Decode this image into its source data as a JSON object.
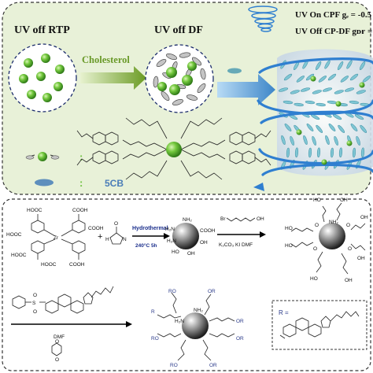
{
  "top_panel": {
    "stage1_label": "UV off  RTP",
    "arrow_label": "Cholesterol",
    "stage2_label": "UV off  DF",
    "uv_on_label": "UV On CPF  gₑ = -0.5",
    "uv_off_label": "UV Off CP-DF gᴅғ = -",
    "legend_sep_1": ":",
    "legend_sep_2": ":",
    "legend_5cb": "5CB"
  },
  "synthesis": {
    "group_cooh": "COOH",
    "group_hooc": "HOOC",
    "center_atom_1": "Zr",
    "center_atom_2": "O",
    "plus_sign": "+",
    "reagent_urea_h": "H",
    "reagent_urea_n": "N",
    "reagent_urea_o": "O",
    "condition_1_top": "Hydrothermal",
    "condition_1_bottom": "240°C   5h",
    "group_nh2": "NH₂",
    "group_h2n": "H₂N",
    "group_oh": "OH",
    "group_ho": "HO",
    "reagent_br": "Br",
    "reagent_oh": "OH",
    "condition_2_top": "",
    "condition_2_bottom": "K₂CO₃   KI    DMF",
    "tosyl_s": "S",
    "tosyl_o": "O",
    "condition_3": "DMF",
    "dioxane_o": "O",
    "r_group": "R",
    "ro_group": "RO",
    "or_group": "OR",
    "r_def": "R  =",
    "dots": ". . ."
  },
  "colors": {
    "top_bg": "#e7f0d6",
    "sphere_green": "#6cc23a",
    "arrow_blue": "#4f95d2",
    "helix_blue": "#2f7fd0",
    "legend_blue": "#4a7db8",
    "condition_blue": "#1b2f8c"
  }
}
